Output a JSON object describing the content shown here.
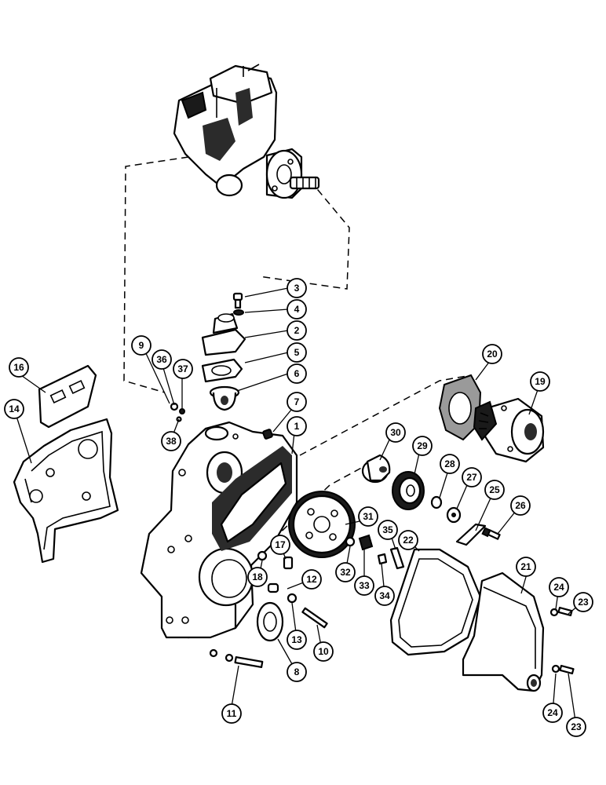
{
  "callouts": [
    {
      "id": "c1",
      "label": "1"
    },
    {
      "id": "c2",
      "label": "2"
    },
    {
      "id": "c3",
      "label": "3"
    },
    {
      "id": "c4",
      "label": "4"
    },
    {
      "id": "c5",
      "label": "5"
    },
    {
      "id": "c6",
      "label": "6"
    },
    {
      "id": "c7",
      "label": "7"
    },
    {
      "id": "c8",
      "label": "8"
    },
    {
      "id": "c9",
      "label": "9"
    },
    {
      "id": "c10",
      "label": "10"
    },
    {
      "id": "c11",
      "label": "11"
    },
    {
      "id": "c12",
      "label": "12"
    },
    {
      "id": "c13",
      "label": "13"
    },
    {
      "id": "c14",
      "label": "14"
    },
    {
      "id": "c16",
      "label": "16"
    },
    {
      "id": "c17",
      "label": "17"
    },
    {
      "id": "c18",
      "label": "18"
    },
    {
      "id": "c19",
      "label": "19"
    },
    {
      "id": "c20",
      "label": "20"
    },
    {
      "id": "c21",
      "label": "21"
    },
    {
      "id": "c22",
      "label": "22"
    },
    {
      "id": "c23a",
      "label": "23"
    },
    {
      "id": "c23b",
      "label": "23"
    },
    {
      "id": "c24a",
      "label": "24"
    },
    {
      "id": "c24b",
      "label": "24"
    },
    {
      "id": "c25",
      "label": "25"
    },
    {
      "id": "c26",
      "label": "26"
    },
    {
      "id": "c27",
      "label": "27"
    },
    {
      "id": "c28",
      "label": "28"
    },
    {
      "id": "c29",
      "label": "29"
    },
    {
      "id": "c30",
      "label": "30"
    },
    {
      "id": "c31",
      "label": "31"
    },
    {
      "id": "c32",
      "label": "32"
    },
    {
      "id": "c33",
      "label": "33"
    },
    {
      "id": "c34",
      "label": "34"
    },
    {
      "id": "c35",
      "label": "35"
    },
    {
      "id": "c36",
      "label": "36"
    },
    {
      "id": "c37",
      "label": "37"
    },
    {
      "id": "c38",
      "label": "38"
    }
  ]
}
